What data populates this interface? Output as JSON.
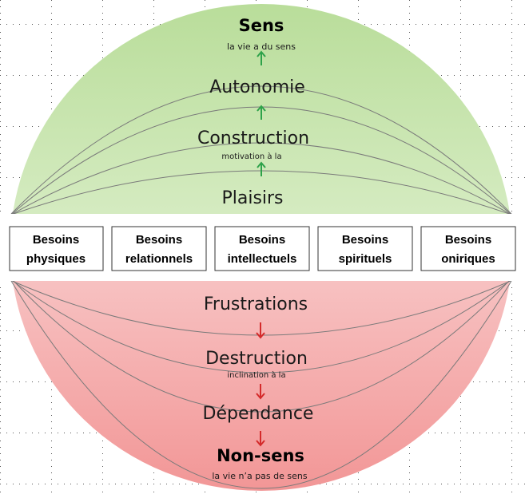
{
  "upper": {
    "top_title": "Sens",
    "top_subtitle": "la vie a du sens",
    "level_2": "Autonomie",
    "level_3": "Construction",
    "level_3_note": "motivation à la",
    "level_4": "Plaisirs"
  },
  "needs": [
    {
      "line1": "Besoins",
      "line2": "physiques"
    },
    {
      "line1": "Besoins",
      "line2": "relationnels"
    },
    {
      "line1": "Besoins",
      "line2": "intellectuels"
    },
    {
      "line1": "Besoins",
      "line2": "spirituels"
    },
    {
      "line1": "Besoins",
      "line2": "oniriques"
    }
  ],
  "lower": {
    "level_1": "Frustrations",
    "level_2": "Destruction",
    "level_2_note": "inclination à la",
    "level_3": "Dépendance",
    "bottom_title": "Non-sens",
    "bottom_subtitle": "la vie n’a pas de sens"
  },
  "colors": {
    "green_top": "#b9dd9a",
    "green_fade": "#f1f8ea",
    "red_bottom": "#f29d9d",
    "red_fade": "#fcebeb",
    "arrow_up": "#2ea24a",
    "arrow_down": "#d42a2a",
    "grid_dots": "#555555"
  }
}
